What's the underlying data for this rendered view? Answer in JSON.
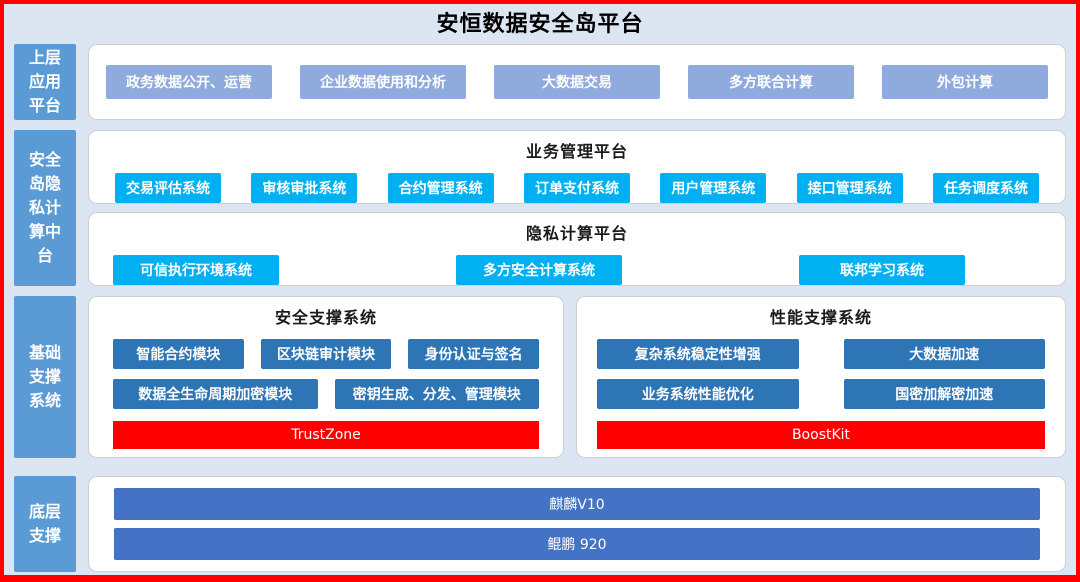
{
  "title": "安恒数据安全岛平台",
  "sidebar": {
    "upper_label": "上层应用平台",
    "middle_label": "安全岛隐私计算中台",
    "base_label": "基础支撑系统",
    "bottom_label": "底层支撑"
  },
  "upper_apps": [
    "政务数据公开、运营",
    "企业数据使用和分析",
    "大数据交易",
    "多方联合计算",
    "外包计算"
  ],
  "business_platform": {
    "title": "业务管理平台",
    "systems": [
      "交易评估系统",
      "审核审批系统",
      "合约管理系统",
      "订单支付系统",
      "用户管理系统",
      "接口管理系统",
      "任务调度系统"
    ]
  },
  "privacy_platform": {
    "title": "隐私计算平台",
    "systems": [
      "可信执行环境系统",
      "多方安全计算系统",
      "联邦学习系统"
    ]
  },
  "security_support": {
    "title": "安全支撑系统",
    "row1": [
      "智能合约模块",
      "区块链审计模块",
      "身份认证与签名"
    ],
    "row2": [
      "数据全生命周期加密模块",
      "密钥生成、分发、管理模块"
    ],
    "highlight": "TrustZone"
  },
  "performance_support": {
    "title": "性能支撑系统",
    "row1": [
      "复杂系统稳定性增强",
      "大数据加速"
    ],
    "row2": [
      "业务系统性能优化",
      "国密加解密加速"
    ],
    "highlight": "BoostKit"
  },
  "bottom_layer": {
    "bars": [
      "麒麟V10",
      "鲲鹏 920"
    ]
  },
  "colors": {
    "frame_red": "#fe0000",
    "background": "#dce6f3",
    "sidebar_blue": "#5b9bd5",
    "app_chip": "#8faadc",
    "system_cyan": "#00b0f0",
    "module_navy": "#2e75b6",
    "highlight_red": "#fe0000",
    "base_royal": "#4472c4"
  }
}
